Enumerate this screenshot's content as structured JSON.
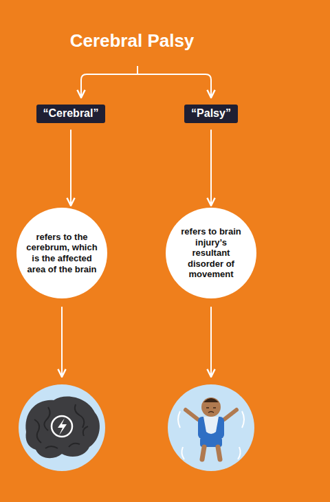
{
  "diagram": {
    "title": "Cerebral Palsy",
    "nodes": [
      {
        "text": [
          "“Cerebral”"
        ]
      },
      {
        "text": [
          "“Palsy”"
        ]
      },
      {
        "text": [
          "refers to the cerebrum, which is the affected area of the brain"
        ]
      },
      {
        "text": [
          "refers to brain injury’s resultant disorder of movement"
        ]
      }
    ],
    "edges": [
      {
        "from": 0,
        "to": 2,
        "arrow": "to"
      },
      {
        "from": 1,
        "to": 3,
        "arrow": "to"
      }
    ]
  }
}
